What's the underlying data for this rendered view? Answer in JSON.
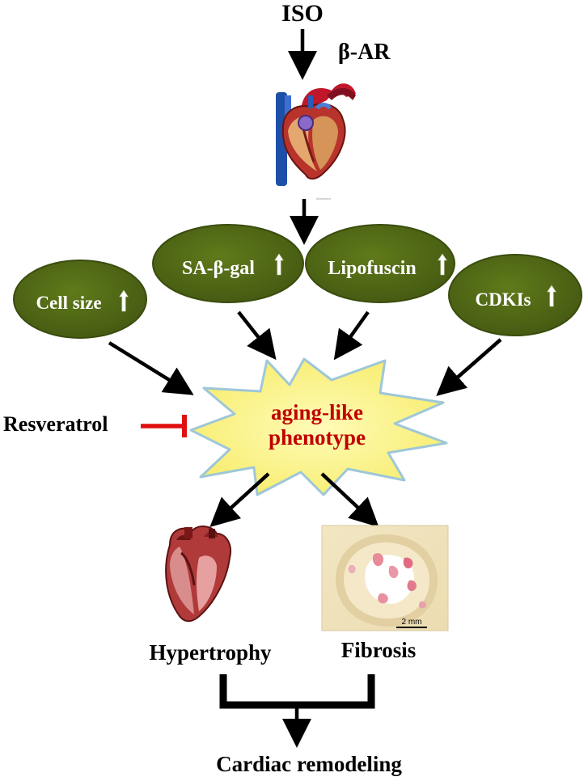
{
  "stimulus": {
    "label": "ISO",
    "receptor": "β-AR"
  },
  "markers": [
    {
      "label": "Cell size",
      "trend": "up"
    },
    {
      "label": "SA-β-gal",
      "trend": "up"
    },
    {
      "label": "Lipofuscin",
      "trend": "up"
    },
    {
      "label": "CDKIs",
      "trend": "up"
    }
  ],
  "phenotype": {
    "line1": "aging-like",
    "line2": "phenotype"
  },
  "inhibitor": {
    "label": "Resveratrol"
  },
  "outcomes": {
    "hypertrophy": "Hypertrophy",
    "fibrosis": "Fibrosis",
    "scale_bar": "2 mm"
  },
  "result": {
    "label": "Cardiac remodeling"
  },
  "colors": {
    "node_fill": "#4e6414",
    "node_stroke": "#3a4c0d",
    "burst_fill": "#fbf28a",
    "burst_stroke": "#9ec7d7",
    "burst_text": "#c00000",
    "inhibit": "#e01010",
    "arrow": "#000000"
  },
  "icons": [
    "heart-icon",
    "heart-section-icon",
    "fibrosis-histology-image",
    "up-arrow-icon"
  ]
}
